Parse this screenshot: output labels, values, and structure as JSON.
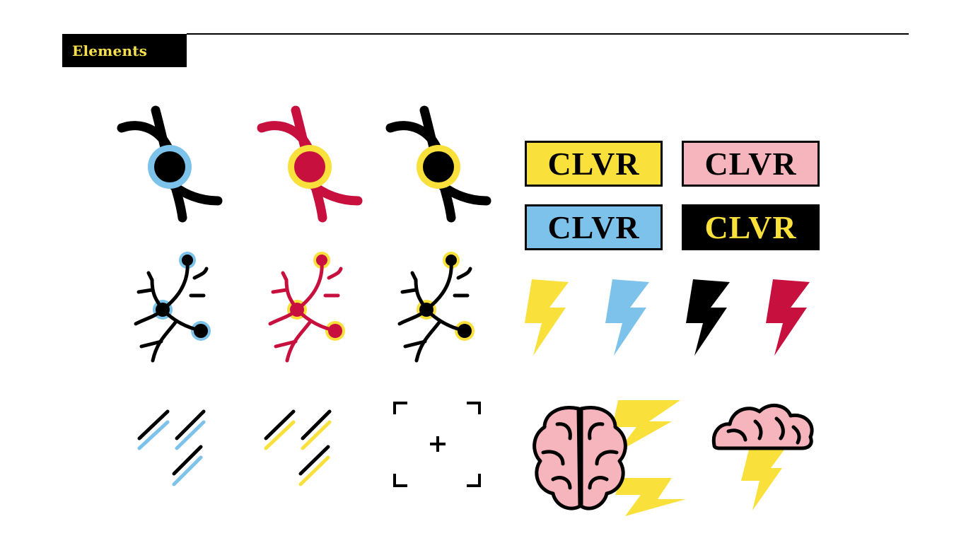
{
  "header": {
    "title": "Elements"
  },
  "colors": {
    "black": "#000000",
    "blue": "#7cc2ea",
    "red": "#c8103f",
    "yellow": "#f9e03b",
    "pink": "#f6b4bc"
  },
  "badges": [
    {
      "label": "CLVR",
      "background": "yellow",
      "text": "black"
    },
    {
      "label": "CLVR",
      "background": "pink",
      "text": "black"
    },
    {
      "label": "CLVR",
      "background": "blue",
      "text": "black"
    },
    {
      "label": "CLVR",
      "background": "black",
      "text": "yellow"
    }
  ],
  "icons": {
    "synapse": [
      "blue-ring",
      "red-yellow-ring",
      "black-yellow-ring"
    ],
    "neuron": [
      "black-blue",
      "red-yellow",
      "black-yellow"
    ],
    "lightning": [
      "yellow",
      "blue",
      "black",
      "red"
    ],
    "speed_lines": [
      "blue",
      "yellow"
    ],
    "focus_frame": "viewfinder-icon",
    "brain": [
      "brain-with-lightning",
      "brain-cloud-storm"
    ]
  }
}
